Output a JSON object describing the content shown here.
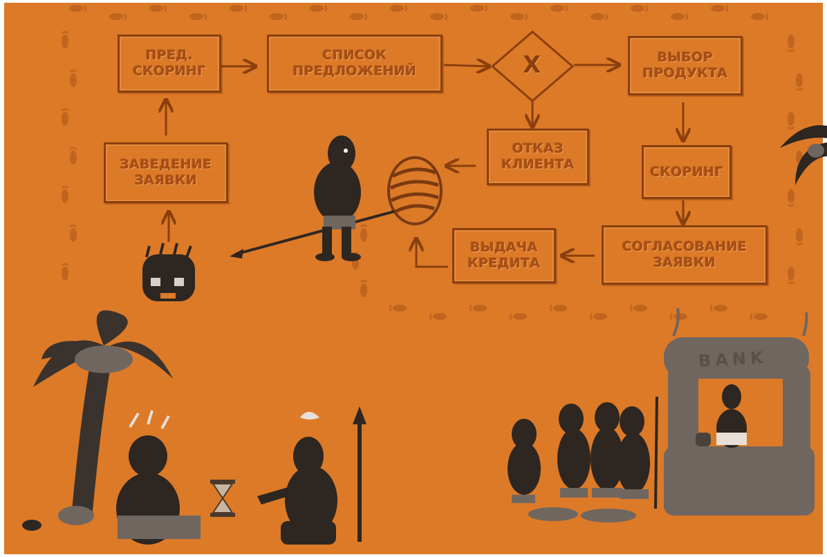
{
  "diagram": {
    "nodes": {
      "prescoring": "ПРЕД.\nСКОРИНГ",
      "offers_list": "СПИСОК\nПРЕДЛОЖЕНИЙ",
      "product_choice": "ВЫБОР\nПРОДУКТА",
      "client_refusal": "ОТКАЗ\nКЛИЕНТА",
      "scoring": "СКОРИНГ",
      "application_entry": "ЗАВЕДЕНИЕ\nЗАЯВКИ",
      "application_approval": "СОГЛАСОВАНИЕ\nЗАЯВКИ",
      "credit_issue": "ВЫДАЧА\nКРЕДИТА"
    },
    "gate_symbol": "X"
  },
  "scene": {
    "bank_sign": "BANK"
  },
  "colors": {
    "background": "#dc7a28",
    "ink": "#8a3f0c",
    "silhouette": "#2e2620",
    "stone": "#6f6660",
    "frame": "#ffffff"
  }
}
